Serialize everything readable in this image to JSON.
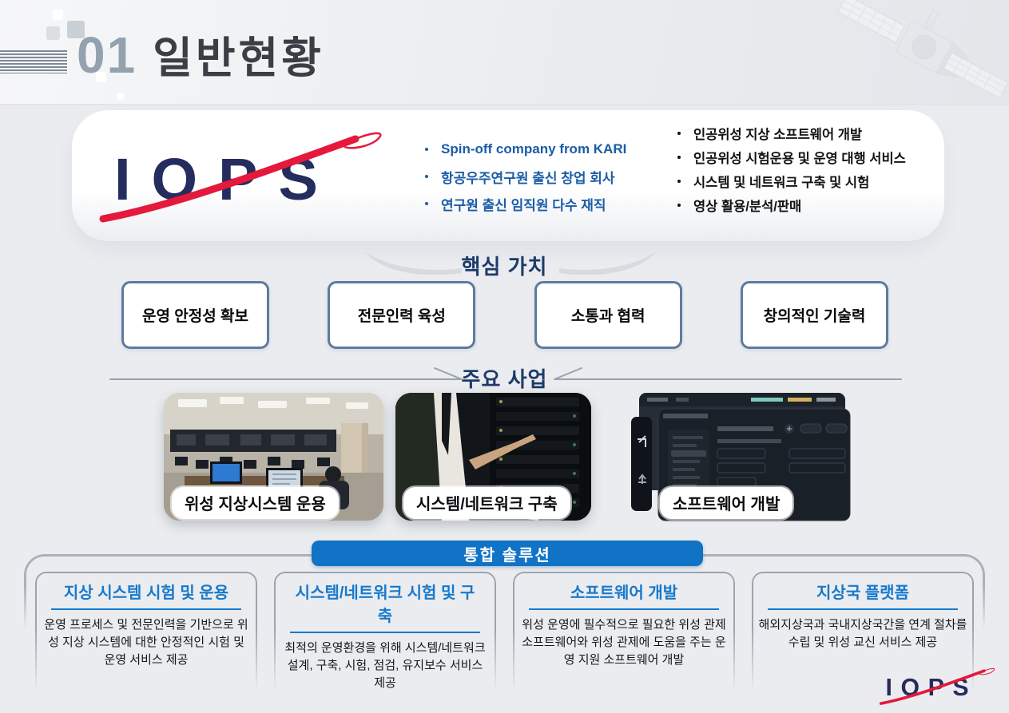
{
  "header": {
    "number": "01",
    "title": "일반현황"
  },
  "company": {
    "logo_text": "IOPS",
    "highlights_blue": [
      "Spin-off company from KARI",
      "항공우주연구원 출신 창업 회사",
      "연구원 출신 임직원 다수 재직"
    ],
    "highlights_black": [
      "인공위성 지상 소프트웨어 개발",
      "인공위성 시험운용 및 운영 대행 서비스",
      "시스템 및 네트워크 구축 및 시험",
      "영상 활용/분석/판매"
    ]
  },
  "core_values": {
    "title": "핵심 가치",
    "items": [
      "운영 안정성 확보",
      "전문인력 육성",
      "소통과 협력",
      "창의적인 기술력"
    ]
  },
  "main_business": {
    "title": "주요 사업",
    "items": [
      {
        "label": "위성 지상시스템 운용"
      },
      {
        "label": "시스템/네트워크 구축"
      },
      {
        "label": "소프트웨어 개발"
      }
    ]
  },
  "integrated_solution": {
    "banner": "통합 솔루션",
    "cards": [
      {
        "title": "지상 시스템 시험 및 운용",
        "body": "운영 프로세스 및 전문인력을 기반으로 위성 지상 시스템에 대한 안정적인 시험 및 운영 서비스 제공"
      },
      {
        "title": "시스템/네트워크 시험 및 구축",
        "body": "최적의 운영환경을 위해 시스템/네트워크 설계, 구축, 시험, 점검, 유지보수 서비스 제공"
      },
      {
        "title": "소프트웨어 개발",
        "body": "위성 운영에 필수적으로 필요한 위성 관제소프트웨어와 위성 관제에 도움을 주는 운영 지원 소프트웨어 개발"
      },
      {
        "title": "지상국 플랫폼",
        "body": "해외지상국과 국내지상국간을 연계 절차를 수립 및 위성 교신 서비스 제공"
      }
    ]
  },
  "footer": {
    "logo_text": "IOPS"
  },
  "colors": {
    "background": "#eaecef",
    "banner_blue": "#1073c5",
    "card_title_blue": "#1779cc",
    "section_navy": "#1d3a69",
    "value_box_border": "#5d7ba1",
    "logo_navy": "#252c5e",
    "logo_red": "#e5193c"
  }
}
